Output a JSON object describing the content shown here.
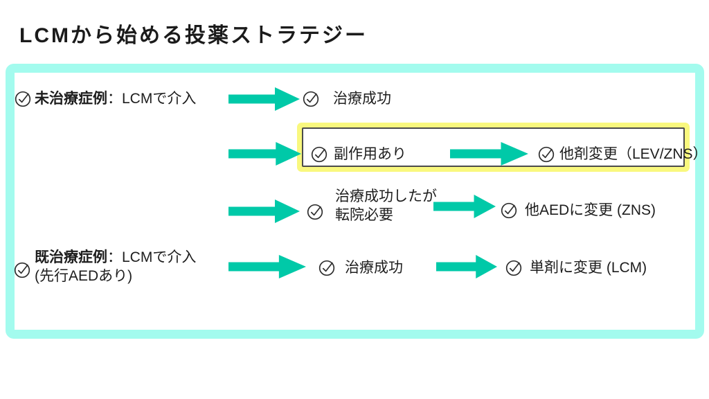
{
  "title": "LCMから始める投薬ストラテジー",
  "colors": {
    "arrow_teal": "#00C9A8",
    "frame_aqua": "#A3FBEE",
    "highlight_yellow": "#F9F87E",
    "text": "#1D1D1D"
  },
  "flow": {
    "untreated": {
      "label_bold": "未治療症例",
      "label_rest": "：LCMで介入",
      "outcome_success": "治療成功",
      "side_effect": "副作用あり",
      "side_effect_action": "他剤変更（LEV/ZNS）",
      "transfer_line1": "治療成功したが",
      "transfer_line2": "転院必要",
      "transfer_action": "他AEDに変更 (ZNS)"
    },
    "pretreated": {
      "label_bold": "既治療症例",
      "label_rest": "：LCMで介入",
      "label_line2": "(先行AEDあり)",
      "outcome_success": "治療成功",
      "action": "単剤に変更 (LCM)"
    }
  }
}
